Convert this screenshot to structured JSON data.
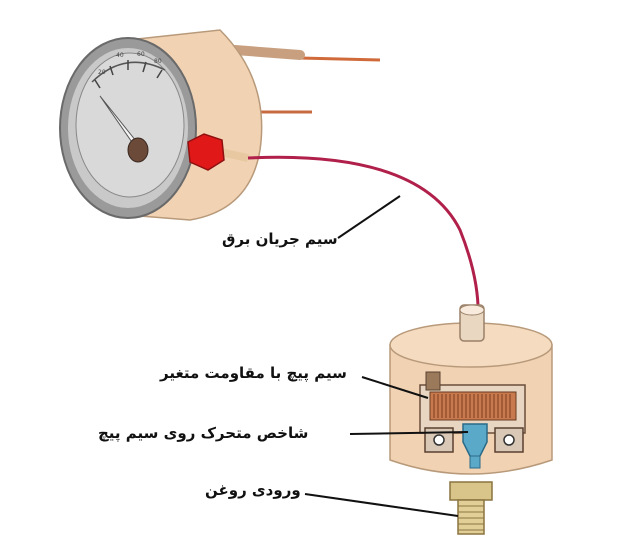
{
  "labels": {
    "electric_wire": "سیم جریان برق",
    "resistance_coil": "سیم پیچ با مقاومت متغیر",
    "moving_contact": "شاخص متحرک روی سیم پیچ",
    "oil_inlet": "ورودی روغن"
  },
  "gauge": {
    "scale_marks": [
      "20",
      "40",
      "60",
      "80"
    ]
  },
  "colors": {
    "body": "#f1d3b4",
    "bezel": "#9a9a9a",
    "wire": "#b0204a",
    "hex_nut": "#e01818",
    "coil": "#c87a4e",
    "contact": "#5aa9c8",
    "fitting": "#d9c48a"
  }
}
